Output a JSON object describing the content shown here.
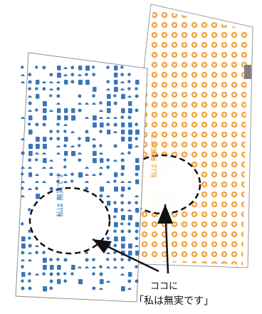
{
  "caption": {
    "line1": "ココに",
    "line2": "「私は無実です」"
  },
  "towels": [
    {
      "name": "blue-pattern-towel",
      "pattern_color": "#2f6fb4",
      "background_color": "#ffffff",
      "hidden_text": "私は 無実です"
    },
    {
      "name": "orange-dot-towel",
      "pattern_color": "#f2a23a",
      "background_color": "#ffffff",
      "hidden_text": "私は 無実です"
    }
  ],
  "colors": {
    "ink": "#111111",
    "blue": "#2f6fb4",
    "orange": "#f2a23a",
    "gray": "#7a7a7a"
  }
}
